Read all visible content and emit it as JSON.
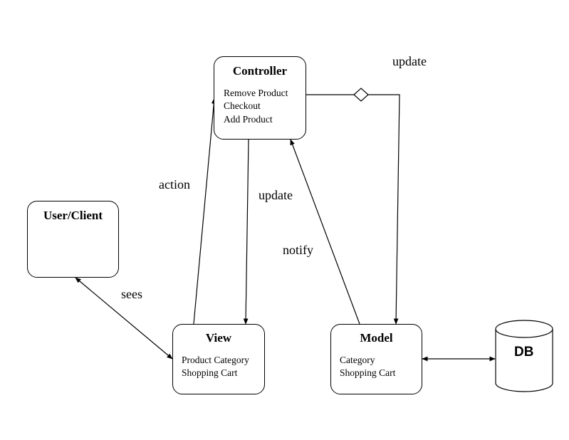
{
  "diagram": {
    "nodes": {
      "controller": {
        "title": "Controller",
        "items": [
          "Remove Product",
          "Checkout",
          "Add Product"
        ]
      },
      "user_client": {
        "title": "User/Client",
        "items": []
      },
      "view": {
        "title": "View",
        "items": [
          "Product Category",
          "Shopping Cart"
        ]
      },
      "model": {
        "title": "Model",
        "items": [
          "Category",
          "Shopping Cart"
        ]
      },
      "db": {
        "title": "DB"
      }
    },
    "edges": [
      {
        "from": "view",
        "to": "controller",
        "label": "action"
      },
      {
        "from": "controller",
        "to": "view",
        "label": "update"
      },
      {
        "from": "controller",
        "to": "model",
        "label": "update",
        "style": "diamond"
      },
      {
        "from": "model",
        "to": "controller",
        "label": "notify"
      },
      {
        "from": "user_client",
        "to": "view",
        "label": "sees",
        "bidirectional": true
      },
      {
        "from": "model",
        "to": "db",
        "label": "",
        "bidirectional": true
      }
    ]
  }
}
